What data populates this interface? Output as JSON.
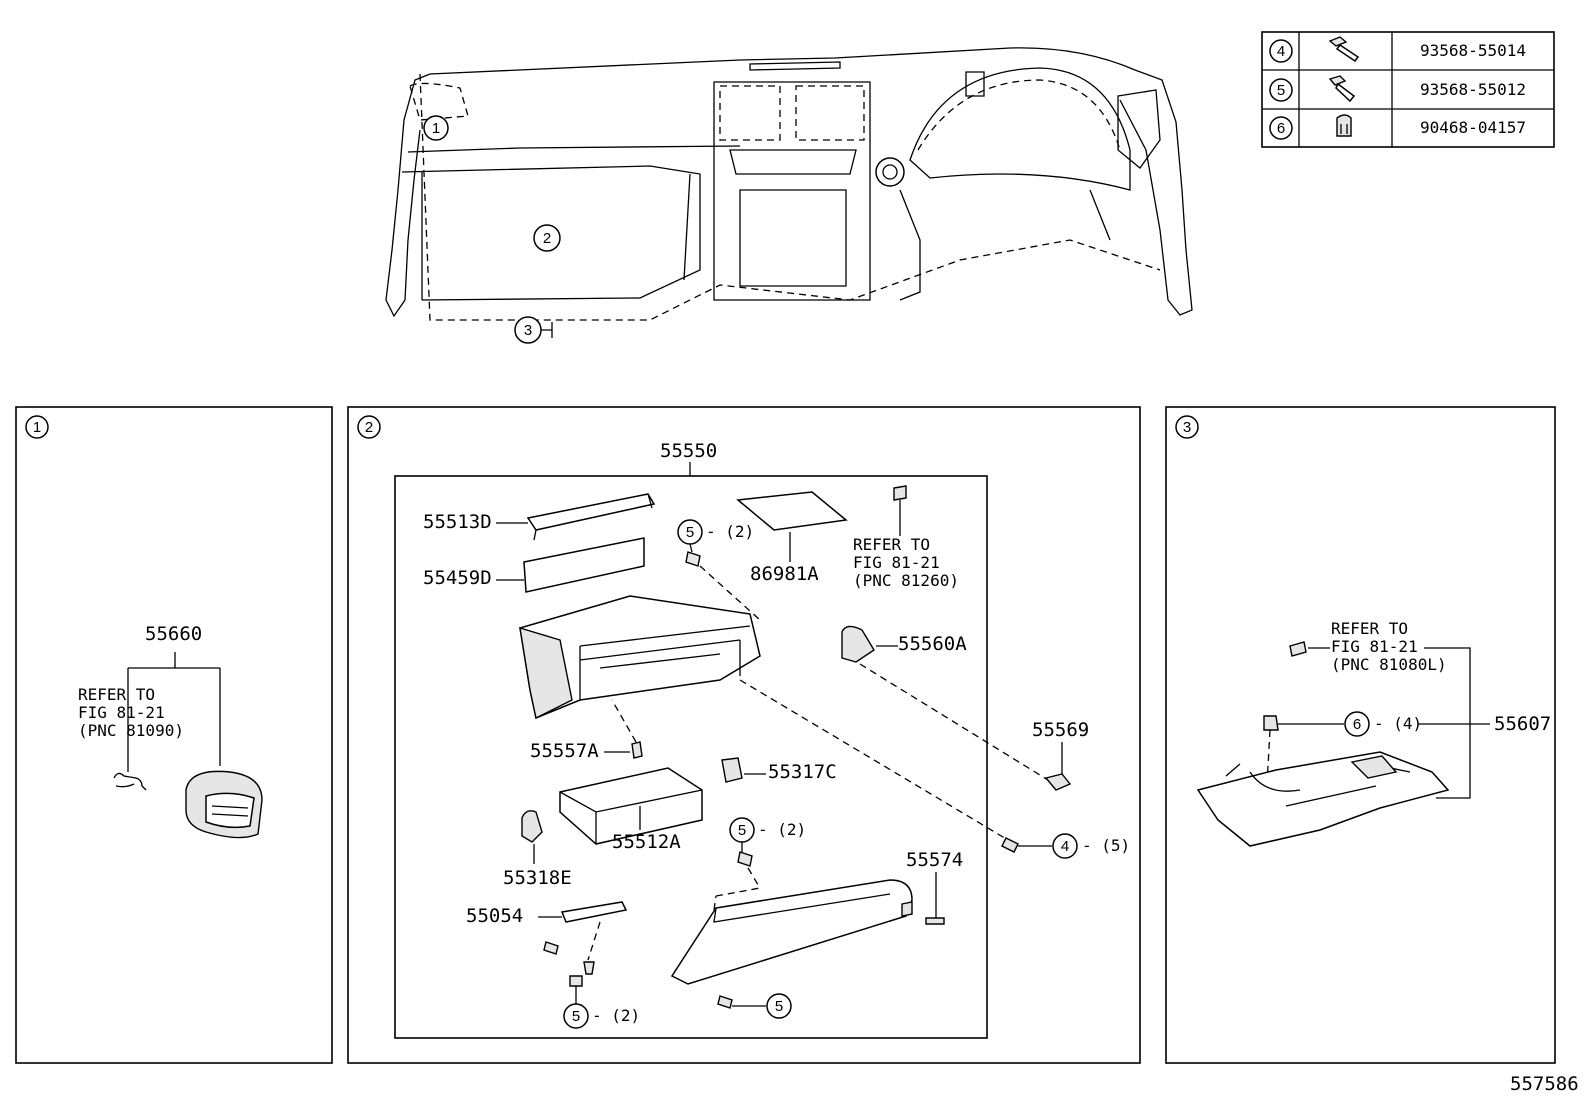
{
  "fastener_table": [
    {
      "key": "4",
      "part_no": "93568-55014",
      "icon": "screw-icon"
    },
    {
      "key": "5",
      "part_no": "93568-55012",
      "icon": "screw-icon"
    },
    {
      "key": "6",
      "part_no": "90468-04157",
      "icon": "clip-icon"
    }
  ],
  "overview_callouts": [
    "1",
    "2",
    "3"
  ],
  "panels": [
    {
      "key": "1"
    },
    {
      "key": "2"
    },
    {
      "key": "3"
    }
  ],
  "panel1": {
    "part": "55660",
    "ref": [
      "REFER TO",
      "FIG 81-21",
      "(PNC 81090)"
    ]
  },
  "panel2": {
    "assembly": "55550",
    "parts": [
      "55513D",
      "55459D",
      "86981A",
      "55560A",
      "55569",
      "55557A",
      "55317C",
      "55318E",
      "55512A",
      "55054",
      "55574"
    ],
    "ref": [
      "REFER TO",
      "FIG 81-21",
      "(PNC 81260)"
    ],
    "callouts": [
      {
        "key": "5",
        "qty": "- (2)"
      },
      {
        "key": "5",
        "qty": "- (2)"
      },
      {
        "key": "4",
        "qty": "- (5)"
      },
      {
        "key": "5",
        "qty": "- (2)"
      },
      {
        "key": "5",
        "qty": ""
      }
    ]
  },
  "panel3": {
    "part": "55607",
    "ref": [
      "REFER TO",
      "FIG 81-21",
      "(PNC 81080L)"
    ],
    "callout": {
      "key": "6",
      "qty": "- (4)"
    }
  },
  "figure_id": "557586"
}
